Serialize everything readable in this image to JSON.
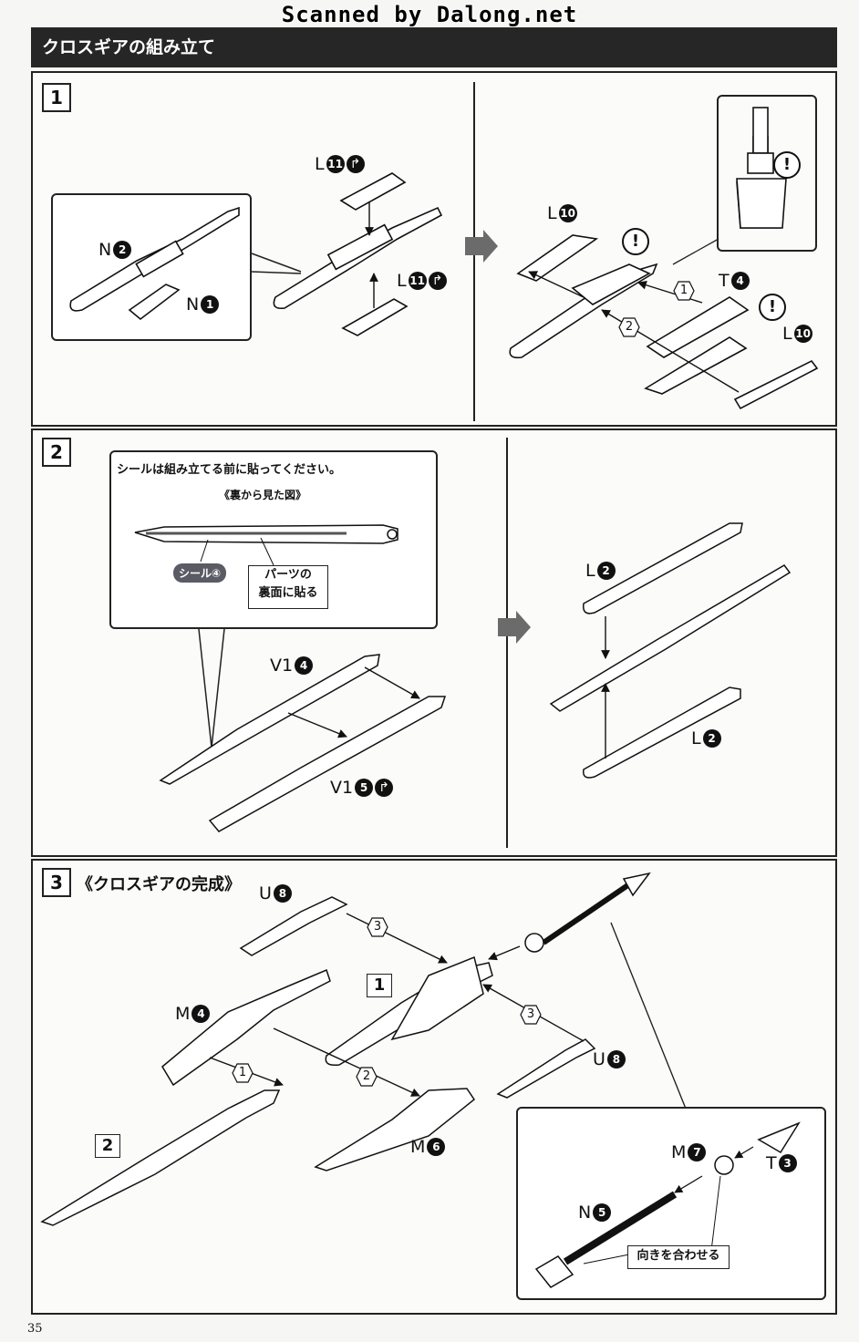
{
  "scan_banner": "Scanned by Dalong.net",
  "section_title": "クロスギアの組み立て",
  "page_number": "35",
  "steps": [
    {
      "number": "1",
      "labels": {
        "n2": {
          "letter": "N",
          "num": "2"
        },
        "n1": {
          "letter": "N",
          "num": "1"
        },
        "l11_top": {
          "letter": "L",
          "num": "11"
        },
        "l11_bottom": {
          "letter": "L",
          "num": "11"
        },
        "l10_top": {
          "letter": "L",
          "num": "10"
        },
        "t4": {
          "letter": "T",
          "num": "4"
        },
        "l10_bottom": {
          "letter": "L",
          "num": "10"
        }
      },
      "hex_order": [
        "1",
        "2"
      ],
      "warning": "!"
    },
    {
      "number": "2",
      "callout_text": "シールは組み立てる前に貼ってください。",
      "callout_sub": "《裏から見た図》",
      "sticker": "シール④",
      "note": [
        "パーツの",
        "裏面に貼る"
      ],
      "labels": {
        "v14": {
          "letter": "V1",
          "num": "4"
        },
        "v15": {
          "letter": "V1",
          "num": "5"
        },
        "l2_top": {
          "letter": "L",
          "num": "2"
        },
        "l2_bottom": {
          "letter": "L",
          "num": "2"
        }
      }
    },
    {
      "number": "3",
      "title": "《クロスギアの完成》",
      "labels": {
        "u8_top": {
          "letter": "U",
          "num": "8"
        },
        "u8_right": {
          "letter": "U",
          "num": "8"
        },
        "m4": {
          "letter": "M",
          "num": "4"
        },
        "m6": {
          "letter": "M",
          "num": "6"
        },
        "m7": {
          "letter": "M",
          "num": "7"
        },
        "t3": {
          "letter": "T",
          "num": "3"
        },
        "n5": {
          "letter": "N",
          "num": "5"
        }
      },
      "subassembly_1": "1",
      "subassembly_2": "2",
      "hex_order": [
        "1",
        "2",
        "3",
        "3"
      ],
      "inset_note": "向きを合わせる"
    }
  ]
}
